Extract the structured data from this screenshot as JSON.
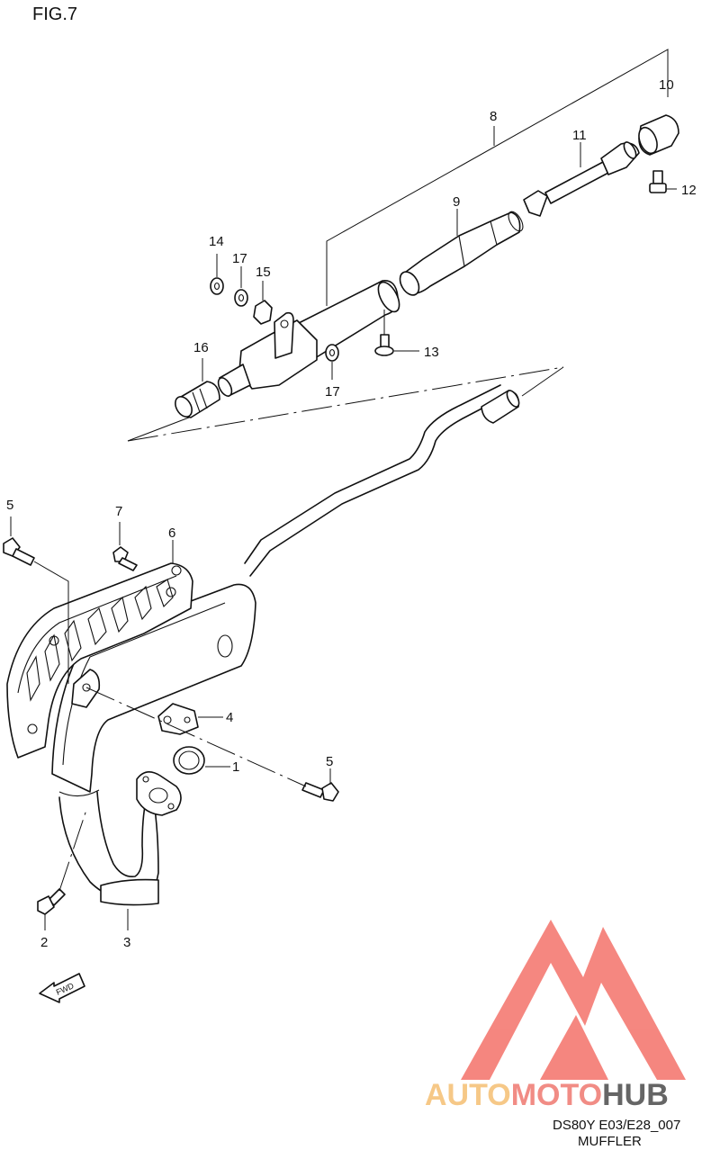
{
  "figure_label": "FIG.7",
  "model_code": "DS80Y E03/E28_007",
  "section_title": "MUFFLER",
  "fwd_label": "FWD",
  "callouts": [
    "1",
    "2",
    "3",
    "4",
    "5",
    "5",
    "6",
    "7",
    "8",
    "9",
    "10",
    "11",
    "12",
    "13",
    "14",
    "15",
    "16",
    "17",
    "17"
  ],
  "watermark": {
    "part1": "AUTO",
    "part2": "MOTO",
    "part3": "HUB",
    "color_auto": "#f6c37b",
    "color_moto": "#f08078",
    "color_hub": "#555555",
    "logo_color": "#f47a72"
  }
}
